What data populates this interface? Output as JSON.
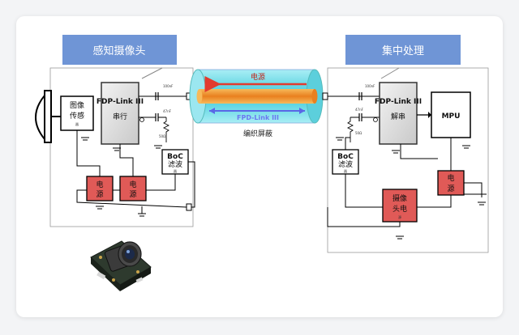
{
  "left_header": "感知摄像头",
  "right_header": "集中处理",
  "cable": {
    "power_label": "电源",
    "link_label": "FPD-Link III",
    "caption": "编织屏蔽"
  },
  "left_blocks": {
    "sensor": [
      "图像",
      "传感",
      "器"
    ],
    "serializer_title": "FDP-Link III",
    "serializer_sub": "串行",
    "boc": [
      "BoC",
      "滤波",
      "器"
    ],
    "power1": [
      "电",
      "源"
    ],
    "power2": [
      "电",
      "源"
    ]
  },
  "right_blocks": {
    "deserializer_title": "FDP-Link III",
    "deserializer_sub": "解串",
    "mpu": "MPU",
    "boc": [
      "BoC",
      "滤波",
      "器"
    ],
    "power": [
      "电",
      "源"
    ],
    "camera_power": [
      "摄像",
      "头电",
      "源"
    ]
  },
  "component_values": {
    "cap1": "100nF",
    "cap2": "47nF",
    "res": "50Ω"
  },
  "colors": {
    "banner": "#6f95d6",
    "red_block": "#e05a57",
    "block_gray": "#d9d9d9",
    "cable_outer": "#66d9e8",
    "cable_core": "#f0932b",
    "arrow_power": "#e23b2e",
    "arrow_link": "#5a67e6"
  }
}
